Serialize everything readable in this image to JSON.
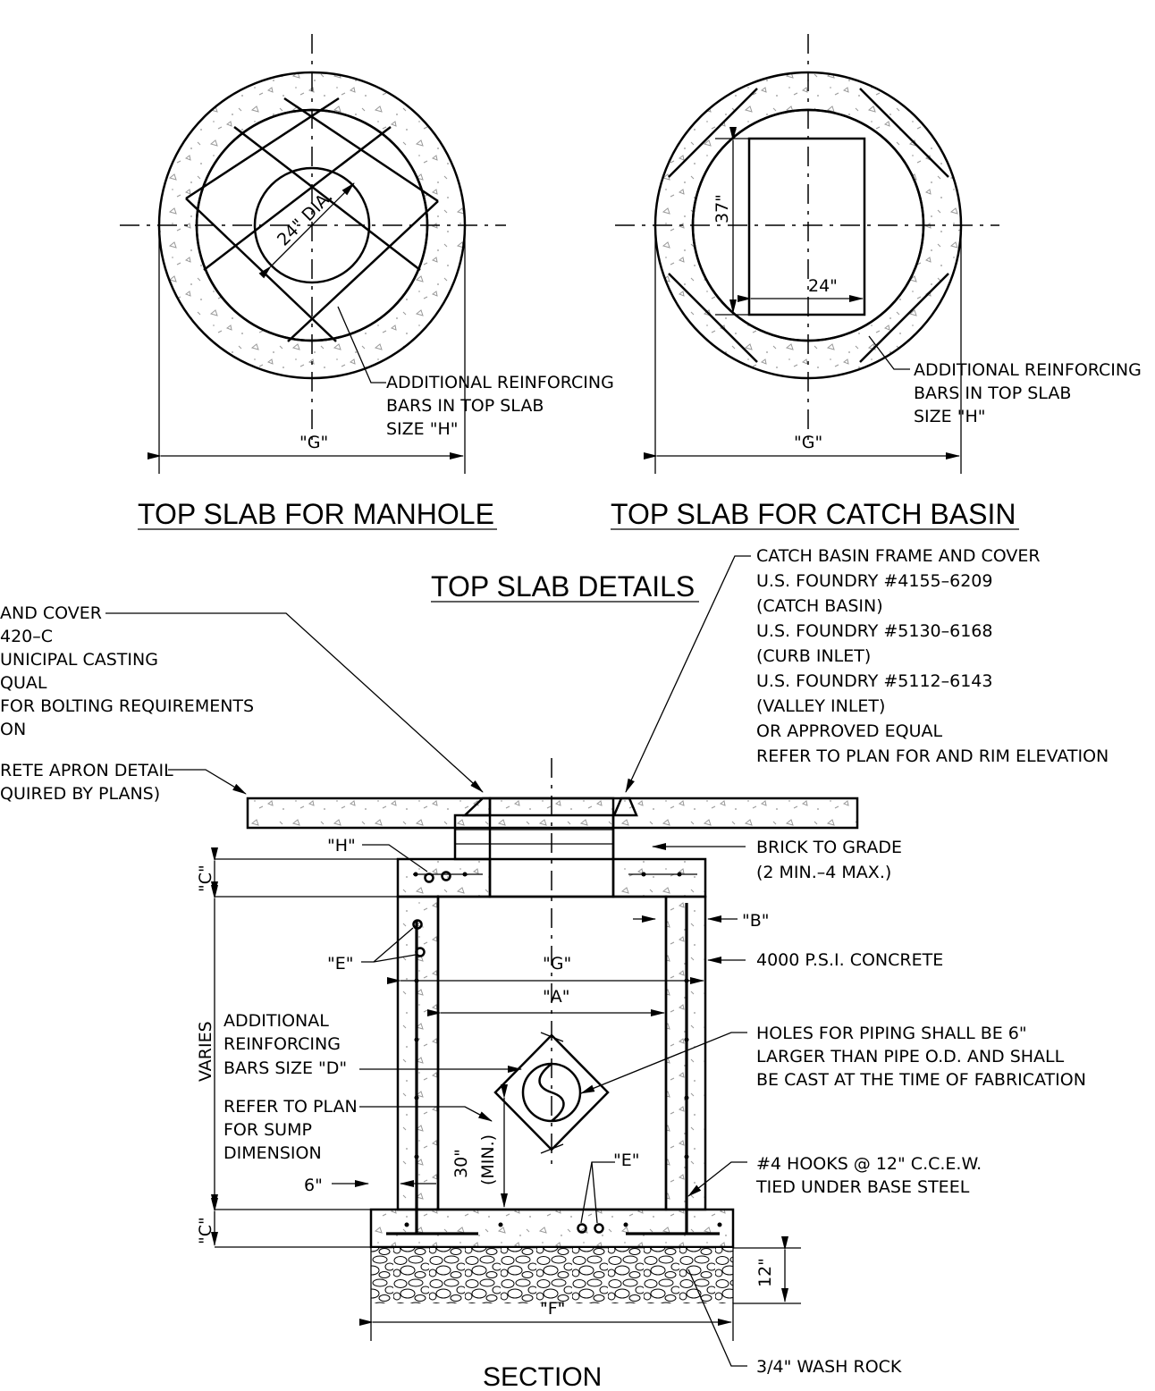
{
  "titles": {
    "manhole": "TOP SLAB FOR MANHOLE",
    "catch_basin": "TOP SLAB FOR CATCH BASIN",
    "details": "TOP SLAB DETAILS",
    "section": "SECTION"
  },
  "plan_manhole": {
    "dia_label": "24\" DIA.",
    "width_label": "\"G\"",
    "note": [
      "ADDITIONAL REINFORCING",
      "BARS IN TOP SLAB",
      "SIZE \"H\""
    ]
  },
  "plan_catch_basin": {
    "height_label": "37\"",
    "width_label": "24\"",
    "overall_label": "\"G\"",
    "note": [
      "ADDITIONAL REINFORCING",
      "BARS IN TOP SLAB",
      "SIZE \"H\""
    ]
  },
  "section": {
    "frame_note": [
      " AND COVER",
      "420–C",
      "UNICIPAL CASTING",
      "QUAL",
      "FOR BOLTING REQUIREMENTS",
      "ON"
    ],
    "apron_note": [
      "RETE APRON DETAIL",
      "QUIRED BY PLANS)"
    ],
    "cb_frame_note": [
      "CATCH BASIN FRAME AND COVER",
      "U.S. FOUNDRY #4155–6209",
      "(CATCH BASIN)",
      "U.S. FOUNDRY #5130–6168",
      "(CURB INLET)",
      "U.S. FOUNDRY #5112–6143",
      "(VALLEY INLET)",
      "OR APPROVED EQUAL",
      "REFER TO PLAN FOR AND RIM ELEVATION"
    ],
    "brick_note": [
      "BRICK TO GRADE",
      "(2 MIN.–4 MAX.)"
    ],
    "h_label": "\"H\"",
    "c_label_top": "\"C\"",
    "c_label_bottom": "\"C\"",
    "b_label": "\"B\"",
    "concrete_note": "4000 P.S.I. CONCRETE",
    "e_label_left": "\"E\"",
    "e_label_bottom": "\"E\"",
    "g_label": "\"G\"",
    "a_label": "\"A\"",
    "varies_label": "VARIES",
    "add_reinf_note": [
      "ADDITIONAL",
      "REINFORCING",
      "BARS SIZE \"D\""
    ],
    "sump_note": [
      "REFER TO PLAN",
      "FOR SUMP",
      "DIMENSION"
    ],
    "holes_note": [
      "HOLES FOR PIPING SHALL BE 6\"",
      "LARGER THAN PIPE O.D. AND SHALL",
      "BE CAST AT THE TIME OF FABRICATION"
    ],
    "min_label": [
      "30\"",
      "(MIN.)"
    ],
    "six_label": "6\"",
    "hooks_note": [
      "#4 HOOKS @ 12\" C.C.E.W.",
      "TIED UNDER BASE STEEL"
    ],
    "twelve_label": "12\"",
    "f_label": "\"F\"",
    "rock_note": "3/4\" WASH ROCK"
  }
}
